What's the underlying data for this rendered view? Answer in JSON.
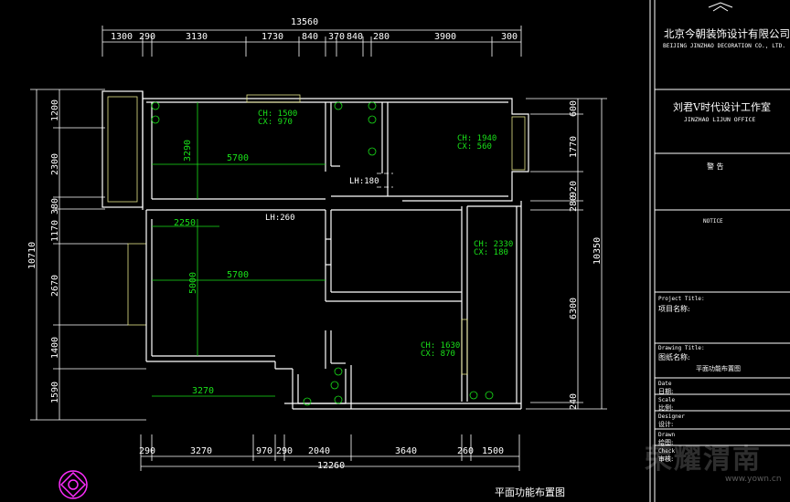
{
  "drawing": {
    "top_total": "13560",
    "top_dims": [
      "1300",
      "290",
      "3130",
      "1730",
      "840",
      "370",
      "840",
      "280",
      "3900",
      "300"
    ],
    "bottom_total": "12260",
    "bottom_dims": [
      "290",
      "3270",
      "970",
      "290",
      "2040",
      "3640",
      "260",
      "1500"
    ],
    "left_total": "10710",
    "left_dims": [
      "1200",
      "2300",
      "380",
      "1170",
      "2670",
      "1400",
      "1590"
    ],
    "right_total": "10350",
    "right_dims": [
      "600",
      "1770",
      "920",
      "280",
      "6300",
      "240"
    ],
    "interior_dims": {
      "d5700a": "5700",
      "d3290": "3290",
      "d2250": "2250",
      "d5700b": "5700",
      "d5000": "5000",
      "d3270": "3270"
    },
    "room_labels": {
      "r1_ch": "CH: 1500",
      "r1_cx": "CX: 970",
      "r2_ch": "CH: 1940",
      "r2_cx": "CX: 560",
      "lh180": "LH:180",
      "lh260": "LH:260",
      "r3_ch": "CH: 2330",
      "r3_cx": "CX: 180",
      "r4_ch": "CH: 1630",
      "r4_cx": "CX: 870"
    },
    "caption": "平面功能布置图"
  },
  "title_block": {
    "company_cn": "北京今朝装饰设计有限公司",
    "company_en": "BEIJING JINZHAO DECORATION CO., LTD.",
    "studio_cn": "刘君V时代设计工作室",
    "studio_en": "JINZHAO LIJUN OFFICE",
    "notice_cn_title": "警 告",
    "notice_en_title": "NOTICE",
    "project_title_en": "Project Title:",
    "project_title_cn": "项目名称:",
    "drawing_title_en": "Drawing Title:",
    "drawing_title_cn": "图纸名称:",
    "drawing_title_value": "平面功能布置图",
    "rows": [
      {
        "en": "Date",
        "cn": "日期:"
      },
      {
        "en": "Scale",
        "cn": "比例:"
      },
      {
        "en": "Designer",
        "cn": "设计:"
      },
      {
        "en": "Drawn",
        "cn": "绘图:"
      },
      {
        "en": "Check",
        "cn": "审核:"
      }
    ]
  },
  "watermark": {
    "text": "荣耀渭南",
    "url": "www.yown.cn"
  },
  "colors": {
    "background": "#000000",
    "wall": "#ffffff",
    "dimension": "#ffffff",
    "green_text": "#19e019",
    "window": "#e5e58a",
    "logo_magenta": "#ff2dff"
  }
}
